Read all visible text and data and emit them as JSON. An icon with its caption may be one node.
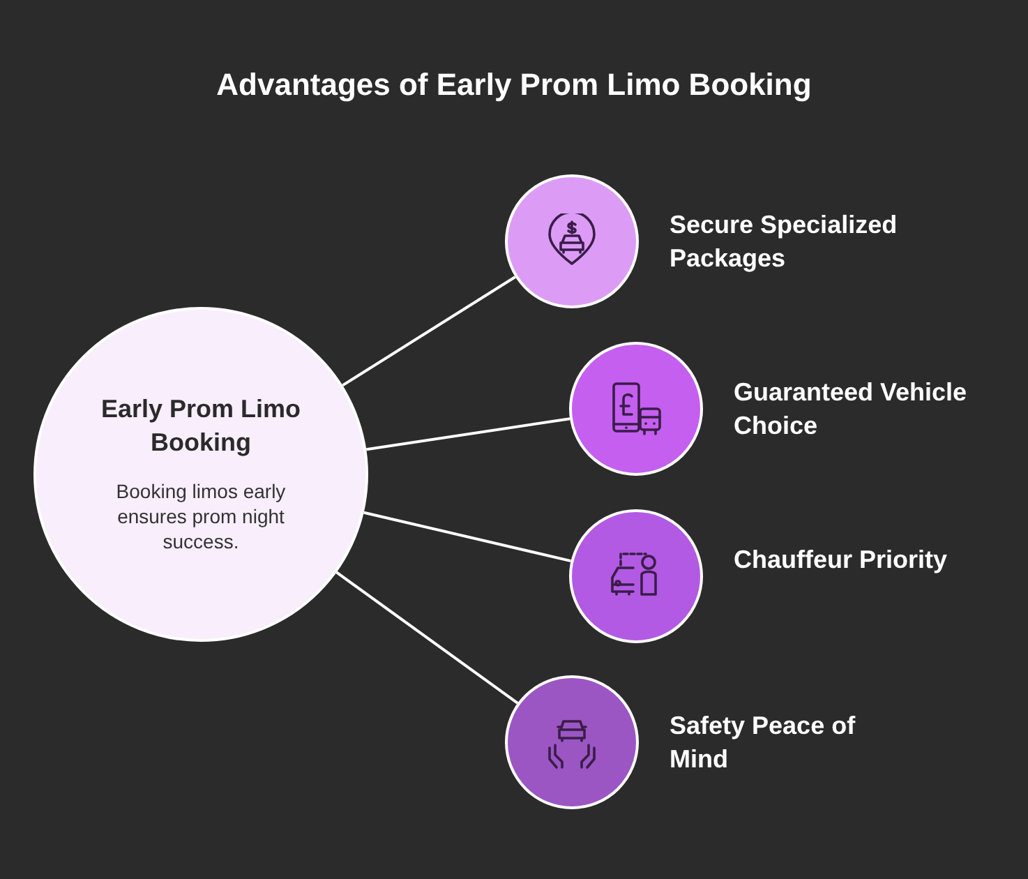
{
  "diagram": {
    "title": "Advantages of Early Prom Limo Booking",
    "nodes": [
      {
        "text": [
          "Early Prom Limo Booking",
          "Booking limos early ensures prom night success."
        ]
      },
      {
        "text": [],
        "shape": "circle",
        "beside": [
          "Secure Specialized Packages"
        ]
      },
      {
        "text": [],
        "shape": "circle",
        "beside": [
          "Guaranteed Vehicle Choice"
        ]
      },
      {
        "text": [],
        "shape": "circle",
        "beside": [
          "Chauffeur Priority"
        ]
      },
      {
        "text": [],
        "shape": "circle",
        "beside": [
          "Safety Peace of Mind"
        ]
      }
    ],
    "edges": [
      {
        "from": 0,
        "to": 1,
        "arrow": "none"
      },
      {
        "from": 0,
        "to": 2,
        "arrow": "none"
      },
      {
        "from": 0,
        "to": 3,
        "arrow": "none"
      },
      {
        "from": 0,
        "to": 4,
        "arrow": "none"
      }
    ]
  }
}
